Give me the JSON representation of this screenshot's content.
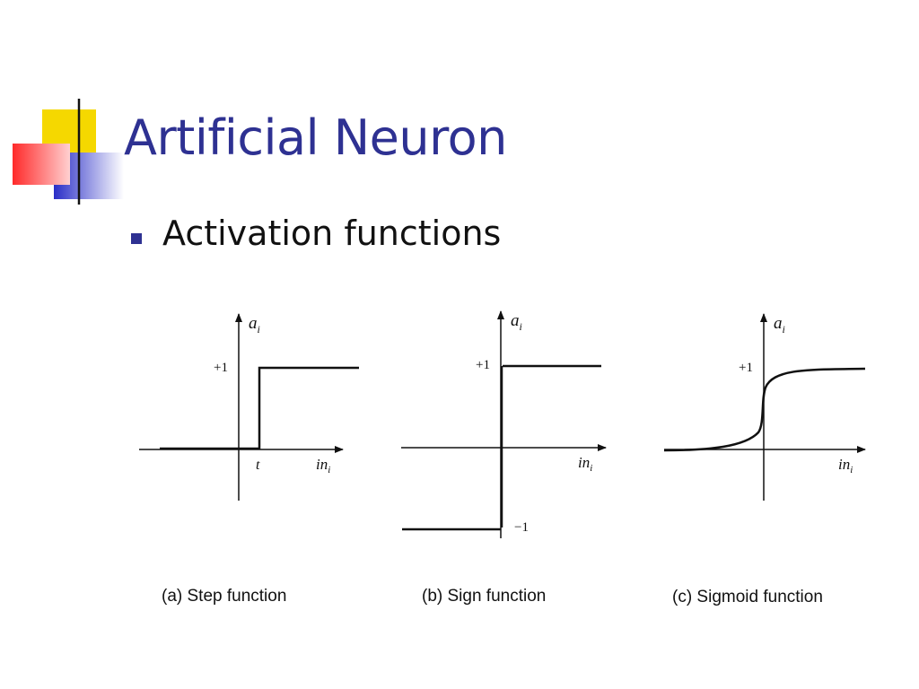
{
  "slide": {
    "title": "Artificial Neuron",
    "bullet": "Activation functions",
    "colors": {
      "title": "#2e3192",
      "bullet_marker": "#2e3192",
      "deco_yellow": "#f5d800",
      "deco_red": "#ff3a3a",
      "deco_blue": "#2a2ec7"
    }
  },
  "diagrams": [
    {
      "id": "step",
      "caption": "(a) Step function",
      "y_axis_label": "a",
      "y_axis_sub": "i",
      "x_axis_label": "in",
      "x_axis_sub": "i",
      "level_label": "+1",
      "threshold_label": "t"
    },
    {
      "id": "sign",
      "caption": "(b) Sign function",
      "y_axis_label": "a",
      "y_axis_sub": "i",
      "x_axis_label": "in",
      "x_axis_sub": "i",
      "level_label": "+1",
      "neg_label": "−1"
    },
    {
      "id": "sigmoid",
      "caption": "(c) Sigmoid function",
      "y_axis_label": "a",
      "y_axis_sub": "i",
      "x_axis_label": "in",
      "x_axis_sub": "i",
      "level_label": "+1"
    }
  ]
}
